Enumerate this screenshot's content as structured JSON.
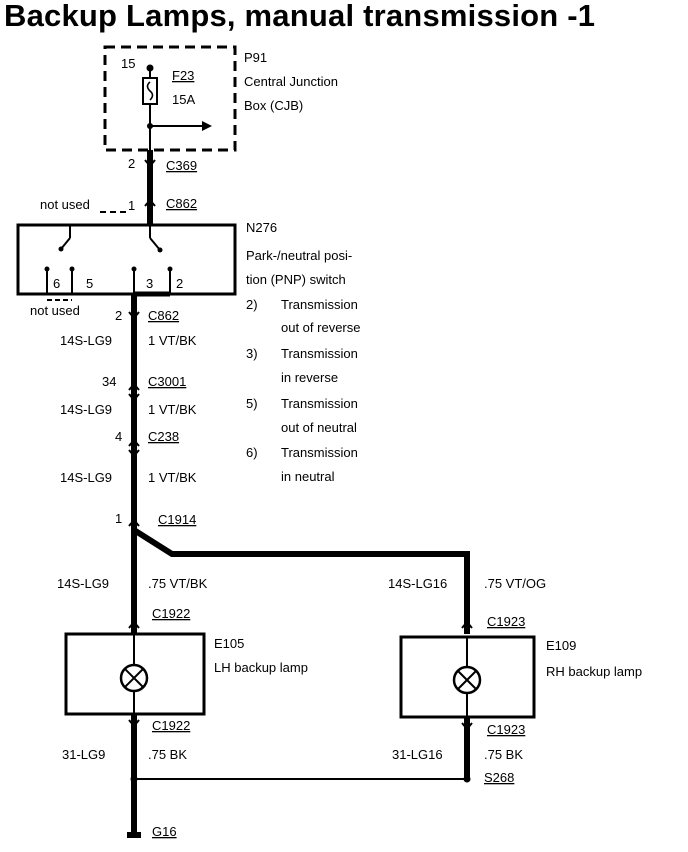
{
  "title": "Backup Lamps,  manual transmission  -1",
  "fuse_box": {
    "id": "P91",
    "name_line1": "Central Junction",
    "name_line2": "Box (CJB)",
    "pin": "15",
    "fuse_id": "F23",
    "fuse_rating": "15A"
  },
  "c369": {
    "pin": "2",
    "id": "C369"
  },
  "c862_top": {
    "pin": "1",
    "id": "C862",
    "not_used": "not used"
  },
  "pnp_switch": {
    "id": "N276",
    "desc_line1": "Park-/neutral posi-",
    "desc_line2": "tion (PNP) switch",
    "pins": [
      "6",
      "5",
      "3",
      "2"
    ],
    "not_used": "not used",
    "states": [
      {
        "num": "2)",
        "line1": "Transmission",
        "line2": "out of reverse"
      },
      {
        "num": "3)",
        "line1": "Transmission",
        "line2": "in reverse"
      },
      {
        "num": "5)",
        "line1": "Transmission",
        "line2": "out of neutral"
      },
      {
        "num": "6)",
        "line1": "Transmission",
        "line2": "in neutral"
      }
    ]
  },
  "c862_bottom": {
    "pin": "2",
    "id": "C862"
  },
  "wire1": {
    "code": "14S-LG9",
    "spec": "1 VT/BK"
  },
  "c3001": {
    "pin": "34",
    "id": "C3001"
  },
  "wire2": {
    "code": "14S-LG9",
    "spec": "1 VT/BK"
  },
  "c238": {
    "pin": "4",
    "id": "C238"
  },
  "wire3": {
    "code": "14S-LG9",
    "spec": "1 VT/BK"
  },
  "c1914": {
    "pin": "1",
    "id": "C1914"
  },
  "wire_left": {
    "code": "14S-LG9",
    "spec": ".75 VT/BK"
  },
  "wire_right": {
    "code": "14S-LG16",
    "spec": ".75 VT/OG"
  },
  "lamp_left": {
    "conn_top": "C1922",
    "id": "E105",
    "name": "LH backup lamp",
    "conn_bottom": "C1922"
  },
  "lamp_right": {
    "conn_top": "C1923",
    "id": "E109",
    "name": "RH backup lamp",
    "conn_bottom": "C1923"
  },
  "ground_left": {
    "code": "31-LG9",
    "spec": ".75 BK"
  },
  "ground_right": {
    "code": "31-LG16",
    "spec": ".75 BK"
  },
  "splice": "S268",
  "ground": "G16"
}
